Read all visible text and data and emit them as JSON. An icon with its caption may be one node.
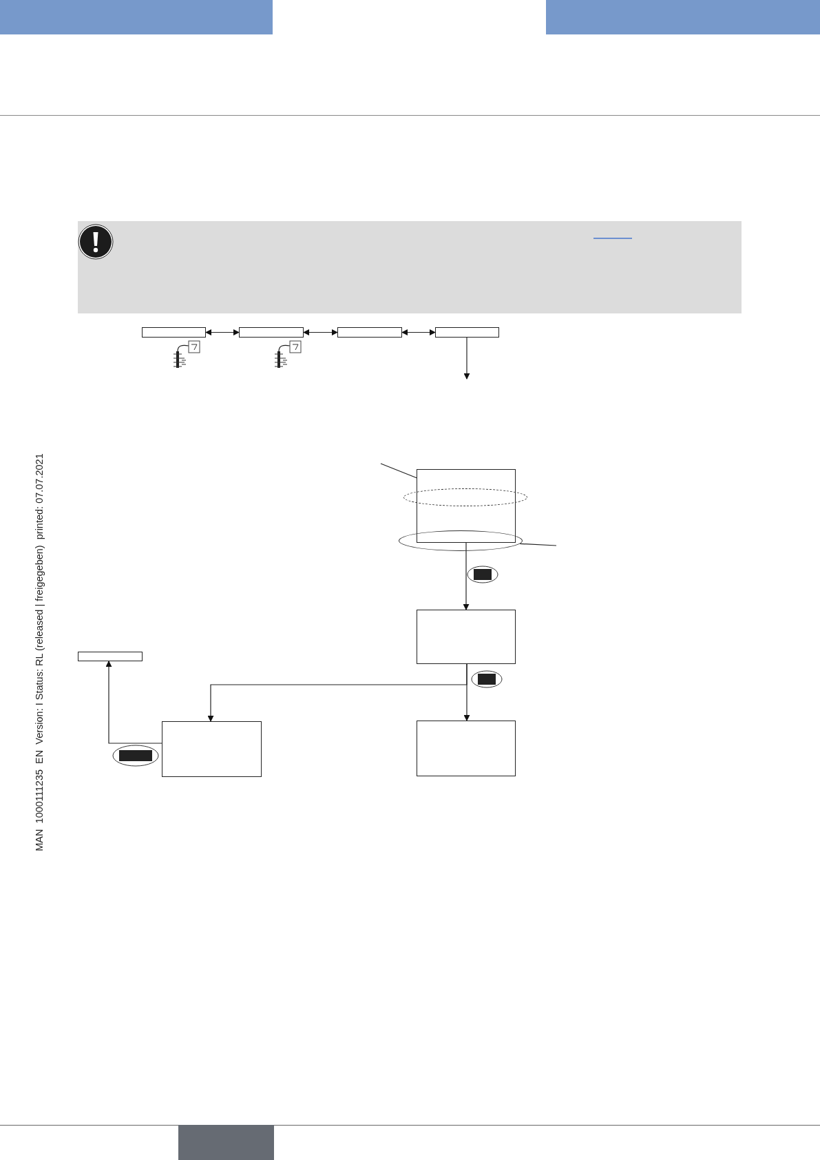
{
  "diagram": {
    "nodes": [
      {
        "text": [],
        "shape": "box"
      },
      {
        "text": [],
        "shape": "box"
      },
      {
        "text": [],
        "shape": "box"
      },
      {
        "text": [],
        "shape": "box"
      },
      {
        "text": [],
        "shape": "box"
      },
      {
        "text": [],
        "shape": "ellipse"
      },
      {
        "text": [],
        "shape": "ellipse"
      },
      {
        "text": [],
        "shape": "box"
      },
      {
        "text": [],
        "shape": "box"
      },
      {
        "text": [],
        "shape": "box"
      },
      {
        "text": [],
        "shape": "box"
      }
    ],
    "edges": [
      {
        "from": 0,
        "to": 1,
        "arrow": "both"
      },
      {
        "from": 1,
        "to": 2,
        "arrow": "both"
      },
      {
        "from": 2,
        "to": 3,
        "arrow": "both"
      },
      {
        "from": 3,
        "to": null,
        "arrow": "to"
      },
      {
        "from": null,
        "to": 5,
        "arrow": "none"
      },
      {
        "from": 6,
        "to": null,
        "arrow": "none"
      },
      {
        "from": 4,
        "to": 7,
        "arrow": "to"
      },
      {
        "from": 7,
        "to": 9,
        "arrow": "to"
      },
      {
        "from": 7,
        "to": 10,
        "arrow": "to"
      },
      {
        "from": 9,
        "to": 8,
        "arrow": "to"
      }
    ],
    "labels": [
      "MAN  1000111235  EN  Version: I Status: RL (released | freigegeben)  printed: 07.07.2021"
    ]
  }
}
